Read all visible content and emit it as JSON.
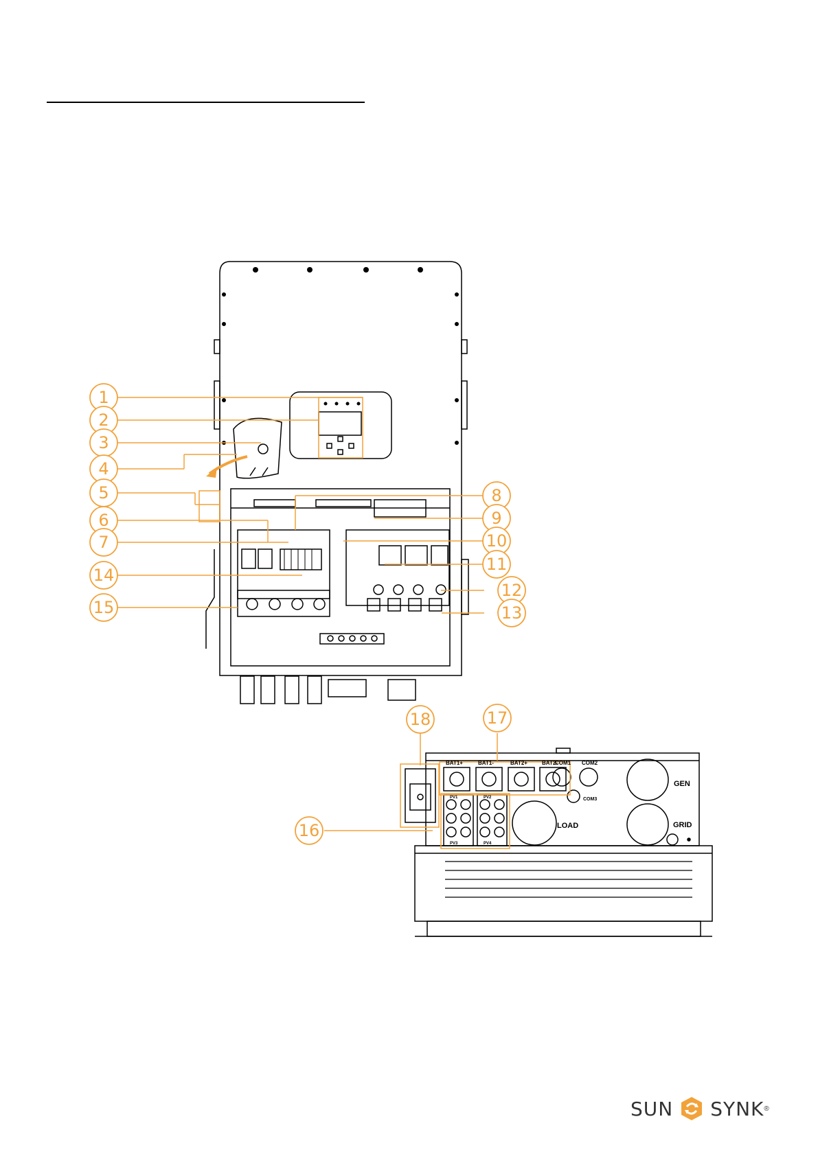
{
  "callouts": [
    "1",
    "2",
    "3",
    "4",
    "5",
    "6",
    "7",
    "8",
    "9",
    "10",
    "11",
    "12",
    "13",
    "14",
    "15",
    "16",
    "17",
    "18"
  ],
  "labels": {
    "bat1p": "BAT1+",
    "bat1n": "BAT1-",
    "bat2p": "BAT2+",
    "bat2n": "BAT2-",
    "com1": "COM1",
    "com2": "COM2",
    "com3": "COM3",
    "gen": "GEN",
    "load": "LOAD",
    "grid": "GRID",
    "pv1": "PV1",
    "pv2": "PV2",
    "pv3": "PV3",
    "pv4": "PV4"
  },
  "logo": {
    "left": "SUN",
    "right": "SYNK",
    "reg": "®"
  },
  "colors": {
    "accent": "#f2a23a",
    "line": "#000000"
  }
}
